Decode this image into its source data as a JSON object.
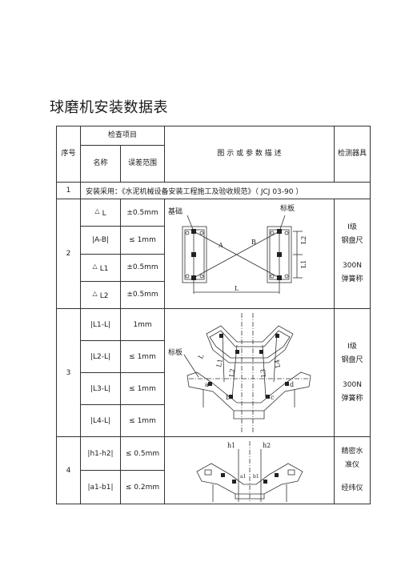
{
  "title": "球磨机安装数据表",
  "header": {
    "no": "序号",
    "check_items": "检查项目",
    "name": "名称",
    "tolerance": "误差范围",
    "description": "图 示 或 参 数 描 述",
    "instrument": "检测器具"
  },
  "install_note": {
    "no": "1",
    "text": "安装采用：《水泥机械设备安装工程施工及验收规范》（ JCJ 03-90 ）"
  },
  "sections": [
    {
      "no": "2",
      "rows": [
        {
          "name": "L",
          "tolerance": "±0.5mm",
          "triangle": true
        },
        {
          "name": "|A-B|",
          "tolerance": "≤ 1mm",
          "triangle": false
        },
        {
          "name": "L1",
          "tolerance": "±0.5mm",
          "triangle": true
        },
        {
          "name": "L2",
          "tolerance": "±0.5mm",
          "triangle": true
        }
      ],
      "diagram_labels": {
        "foundation": "基础",
        "marker": "标板",
        "a": "A",
        "b": "B",
        "l": "L",
        "l1": "L1",
        "l2": "L2"
      },
      "instrument": {
        "line1": "Ⅰ级",
        "line2": "钢盘尺",
        "line3": "300N",
        "line4": "弹簧称"
      }
    },
    {
      "no": "3",
      "rows": [
        {
          "name": "|L1-L|",
          "tolerance": "1mm"
        },
        {
          "name": "|L2-L|",
          "tolerance": "≤ 1mm"
        },
        {
          "name": "|L3-L|",
          "tolerance": "≤ 1mm"
        },
        {
          "name": "|L4-L|",
          "tolerance": "≤ 1mm"
        }
      ],
      "diagram_labels": {
        "marker": "标板",
        "l": "L",
        "l1": "L1",
        "l2": "L2",
        "l3": "L3",
        "l4": "L4",
        "a": "a",
        "b": "b",
        "c": "c",
        "d": "d"
      },
      "instrument": {
        "line1": "Ⅰ级",
        "line2": "钢盘尺",
        "line3": "300N",
        "line4": "弹簧称"
      }
    },
    {
      "no": "4",
      "rows": [
        {
          "name": "|h1-h2|",
          "tolerance": "≤ 0.5mm"
        },
        {
          "name": "|a1-b1|",
          "tolerance": "≤ 0.2mm"
        }
      ],
      "diagram_labels": {
        "h1": "h1",
        "h2": "h2",
        "a1": "a1",
        "b1": "b1"
      },
      "instrument": {
        "line1": "精密水",
        "line2": "准仪",
        "line3": "经纬仪"
      }
    }
  ]
}
